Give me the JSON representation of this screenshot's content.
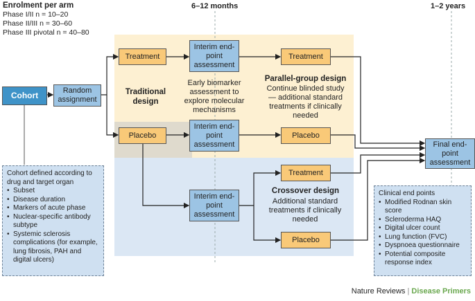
{
  "enrolment": {
    "title": "Enrolment per arm",
    "lines": [
      "Phase I/II n = 10–20",
      "Phase II/III n = 30–60",
      "Phase III pivotal n = 40–80"
    ]
  },
  "timeline": {
    "t1": "6–12 months",
    "t2": "1–2 years"
  },
  "boxes": {
    "cohort": "Cohort",
    "random": "Random assignment",
    "treatment_top": "Treatment",
    "placebo_left": "Placebo",
    "interim_top": "Interim end-point assessment",
    "interim_mid": "Interim end-point assessment",
    "interim_low": "Interim end-point assessment",
    "treatment_par": "Treatment",
    "placebo_par": "Placebo",
    "treatment_cross": "Treatment",
    "placebo_cross": "Placebo",
    "final": "Final end-point assessment"
  },
  "labels": {
    "traditional": "Traditional design",
    "early": "Early biomarker assessment to explore molecular mechanisms",
    "parallel_title": "Parallel-group design",
    "parallel_body": "Continue blinded study — additional standard treatments if clinically needed",
    "crossover_title": "Crossover design",
    "crossover_body": "Additional standard treatments if clinically needed"
  },
  "cohort_panel": {
    "intro": "Cohort defined according to drug and target organ",
    "items": [
      "Subset",
      "Disease duration",
      "Markers of acute phase",
      "Nuclear-specific antibody subtype",
      "Systemic sclerosis complications (for example, lung fibrosis, PAH and digital ulcers)"
    ]
  },
  "endpoints_panel": {
    "title": "Clinical end points",
    "items": [
      "Modified Rodnan skin score",
      "Scleroderma HAQ",
      "Digital ulcer count",
      "Lung function (FVC)",
      "Dyspnoea questionnaire",
      "Potential composite response index"
    ]
  },
  "footer": {
    "journal": "Nature Reviews",
    "separator": "|",
    "series": "Disease Primers"
  },
  "colors": {
    "orange_region": "#fdf0d2",
    "blue_region": "#dbe7f4",
    "series_green": "#6aa84f"
  }
}
